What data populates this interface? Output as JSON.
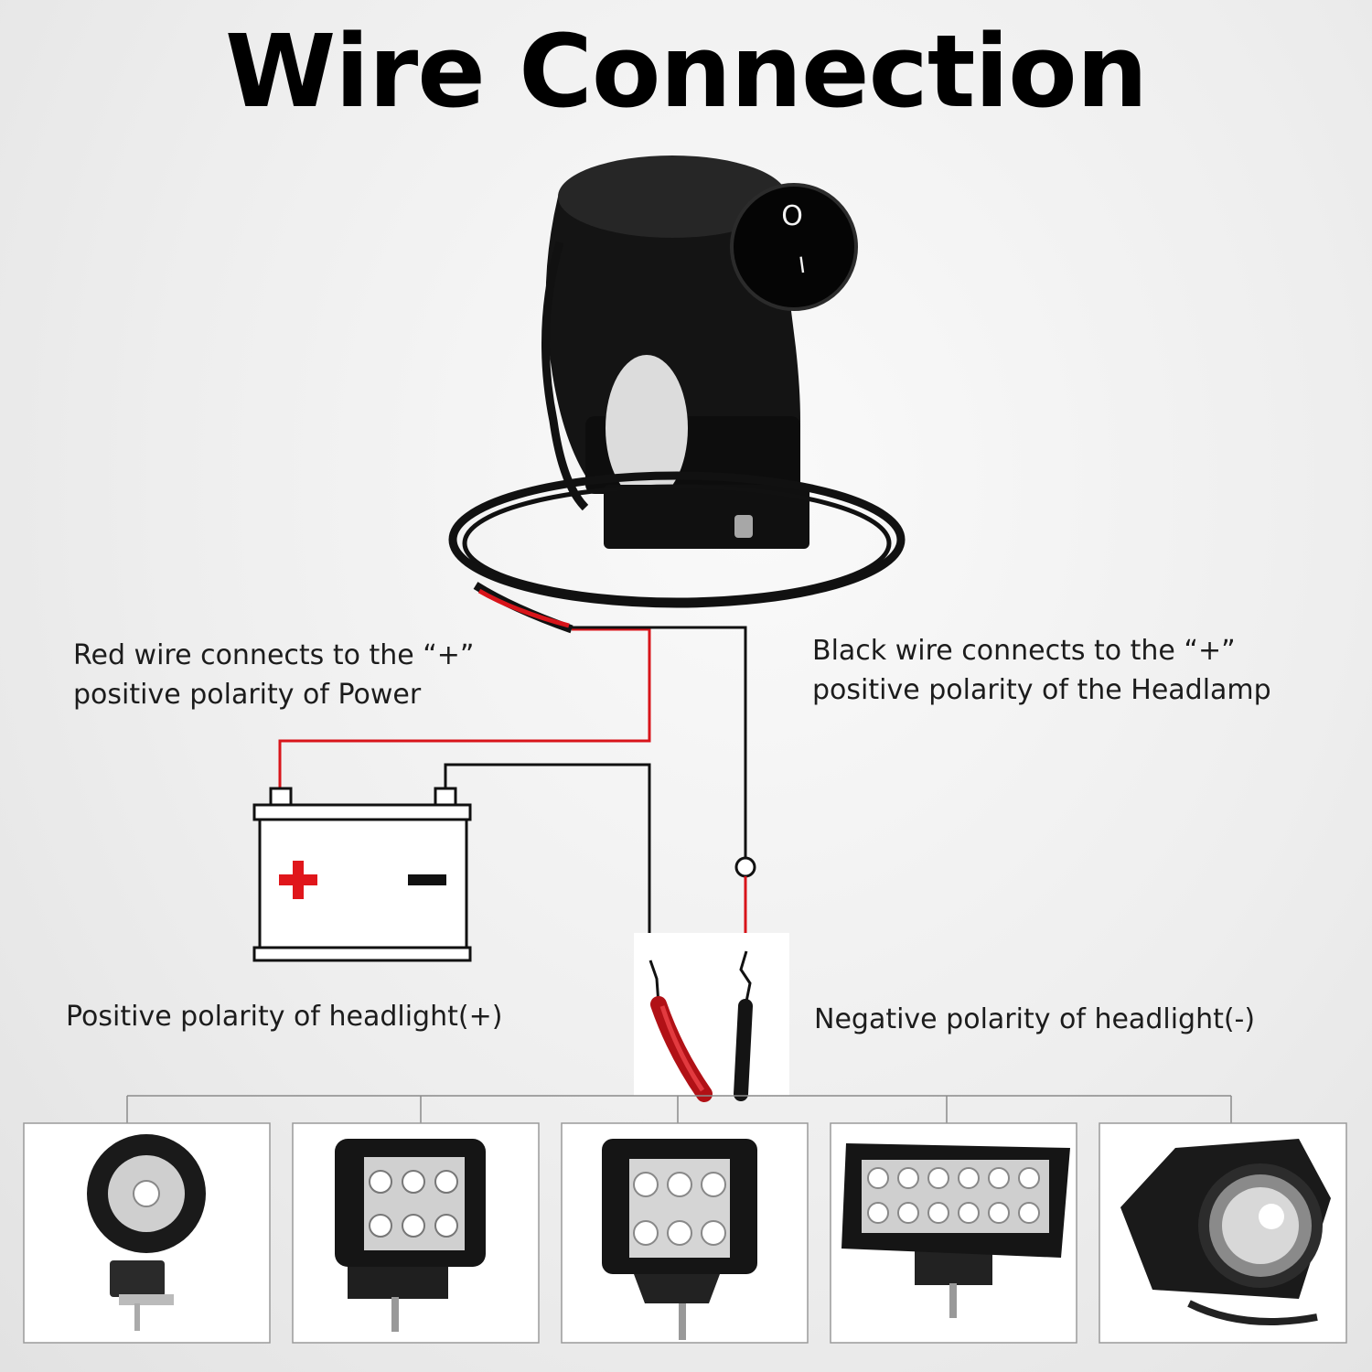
{
  "title": "Wire Connection",
  "switch": {
    "on_mark": "I",
    "off_mark": "O"
  },
  "labels": {
    "red_wire_line1": "Red wire connects to the “+”",
    "red_wire_line2": "positive polarity of Power",
    "black_wire_line1": "Black wire connects to the “+”",
    "black_wire_line2": "positive polarity of the Headlamp",
    "positive_headlight": "Positive polarity of headlight(+)",
    "negative_headlight": "Negative polarity of headlight(-)"
  },
  "colors": {
    "red_wire": "#d8141a",
    "black_wire": "#111111",
    "battery_plus": "#e0161b"
  },
  "headlights": [
    {
      "icon": "round-spot-light-icon"
    },
    {
      "icon": "led-cube-light-6-icon"
    },
    {
      "icon": "square-flood-light-icon"
    },
    {
      "icon": "led-light-bar-12-icon"
    },
    {
      "icon": "u5-projector-light-icon"
    }
  ]
}
